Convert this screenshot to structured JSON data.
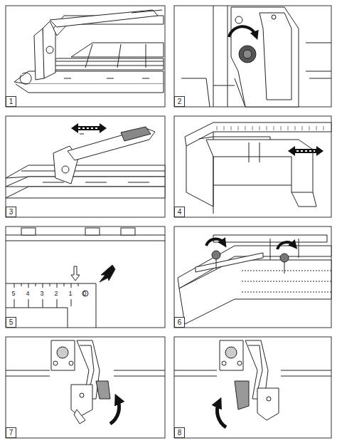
{
  "diagram": {
    "labels": [
      "1",
      "2",
      "3",
      "4",
      "5",
      "4",
      "3",
      "2",
      "1",
      "0",
      "5",
      "6",
      "7",
      "8"
    ]
  }
}
